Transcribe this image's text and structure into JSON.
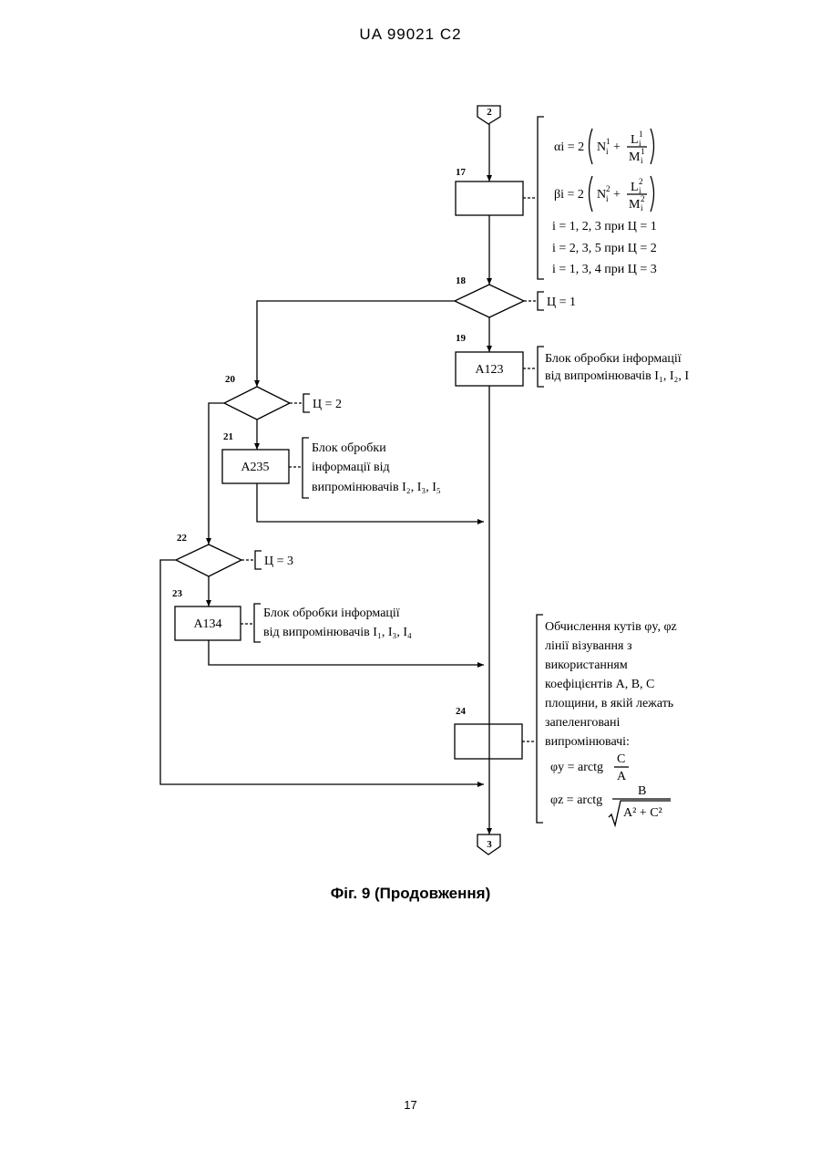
{
  "header": "UA   99021   C2",
  "page_number": "17",
  "caption": "Фіг. 9 (Продовження)",
  "connectors": {
    "in": "2",
    "out": "3"
  },
  "blocks": {
    "b17": {
      "num": "17"
    },
    "b18": {
      "num": "18",
      "cond": "Ц = 1"
    },
    "b19": {
      "num": "19",
      "label": "A123",
      "desc": [
        "Блок обробки інформації",
        "від випромінювачів I₁, I₂, I"
      ]
    },
    "b20": {
      "num": "20",
      "cond": "Ц = 2"
    },
    "b21": {
      "num": "21",
      "label": "A235",
      "desc": [
        "Блок обробки",
        "інформації від",
        "випромінювачів I₂, I₃, I₅"
      ]
    },
    "b22": {
      "num": "22",
      "cond": "Ц = 3"
    },
    "b23": {
      "num": "23",
      "label": "A134",
      "desc": [
        "Блок обробки інформації",
        "від випромінювачів I₁, I₃, I₄"
      ]
    },
    "b24": {
      "num": "24",
      "desc": [
        "Обчислення кутів φy, φz",
        "лінії візування з",
        "використанням",
        "коефіцієнтів A, B, C",
        "площини, в якій лежать",
        "запеленговані",
        "випромінювачі:"
      ]
    }
  },
  "formulas17": {
    "alpha_lhs": "αi = 2",
    "N1": "N",
    "L1": "L",
    "M1": "M",
    "beta_lhs": "βi = 2",
    "N2": "N",
    "L2": "L",
    "M2": "M",
    "plus": "+",
    "i1": "i = 1, 2, 3  при Ц = 1",
    "i2": "i = 2, 3, 5  при Ц = 2",
    "i3": "i = 1, 3, 4  при Ц = 3"
  },
  "formulas24": {
    "phiy_lhs": "φy = arctg",
    "phiy_num": "C",
    "phiy_den": "A",
    "phiz_lhs": "φz = arctg",
    "phiz_num": "B",
    "phiz_den": "A² + C²"
  }
}
